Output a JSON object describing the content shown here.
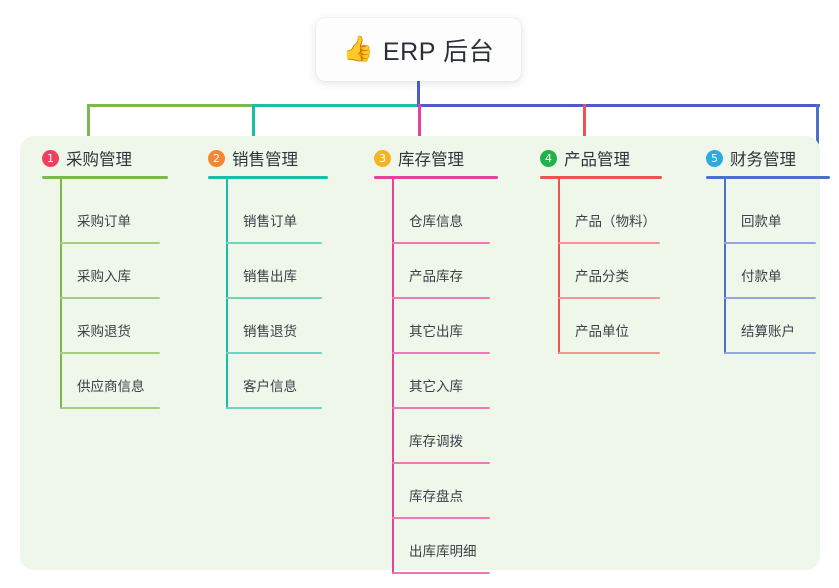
{
  "root": {
    "icon": "thumbs-up-emoji",
    "emoji": "👍",
    "title": "ERP 后台"
  },
  "theme": {
    "panel_bg": "#eef7e9",
    "card_bg": "#fdfdfd",
    "text": "#2f3640",
    "root_stem": "#4f5bc6",
    "trunk_left": "#7cb94b",
    "trunk_mid": "#17bfa6",
    "trunk_right": "#4f5bc6"
  },
  "columns": [
    {
      "number": "1",
      "title": "采购管理",
      "badge_color": "#ef4060",
      "line_color": "#7cb94b",
      "leaf_rule_color": "#a3cf7f",
      "items": [
        "采购订单",
        "采购入库",
        "采购退货",
        "供应商信息"
      ]
    },
    {
      "number": "2",
      "title": "销售管理",
      "badge_color": "#f58634",
      "line_color": "#17bfa6",
      "leaf_rule_color": "#6fd3c4",
      "items": [
        "销售订单",
        "销售出库",
        "销售退货",
        "客户信息"
      ]
    },
    {
      "number": "3",
      "title": "库存管理",
      "badge_color": "#f5b423",
      "line_color": "#e5429b",
      "leaf_rule_color": "#ee7ab5",
      "items": [
        "仓库信息",
        "产品库存",
        "其它出库",
        "其它入库",
        "库存调拨",
        "库存盘点",
        "出库库明细"
      ]
    },
    {
      "number": "4",
      "title": "产品管理",
      "badge_color": "#22b24c",
      "line_color": "#f1514f",
      "leaf_rule_color": "#f59592",
      "items": [
        "产品（物料）",
        "产品分类",
        "产品单位"
      ]
    },
    {
      "number": "5",
      "title": "财务管理",
      "badge_color": "#2eaae0",
      "line_color": "#4b72c8",
      "leaf_rule_color": "#8fa9dd",
      "items": [
        "回款单",
        "付款单",
        "结算账户"
      ]
    }
  ]
}
